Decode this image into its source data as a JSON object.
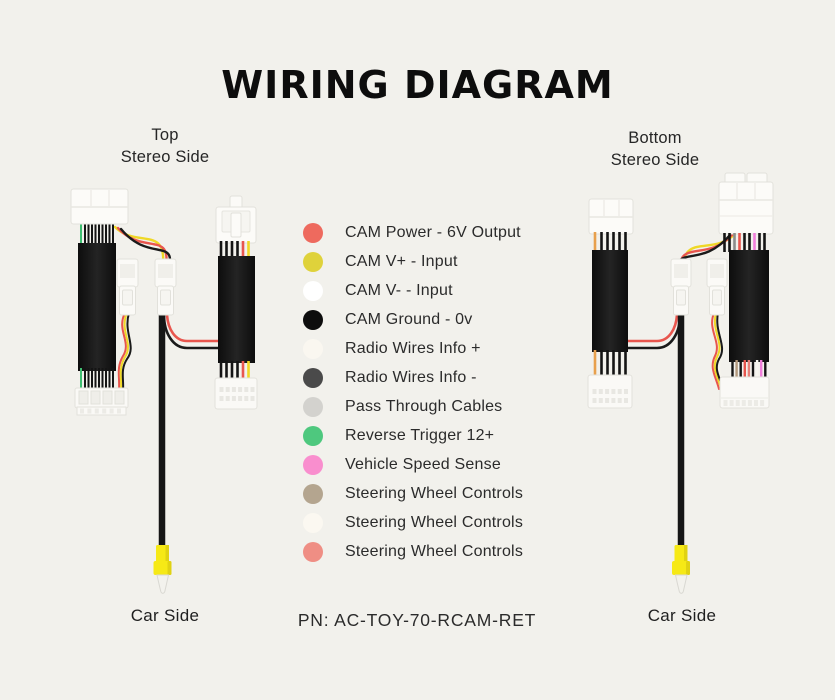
{
  "page": {
    "background": "#F2F1EC"
  },
  "header": {
    "title": "WIRING DIAGRAM"
  },
  "diagrams": {
    "left": {
      "stereo_label_line1": "Top",
      "stereo_label_line2": "Stereo Side",
      "car_label": "Car Side"
    },
    "right": {
      "stereo_label_line1": "Bottom",
      "stereo_label_line2": "Stereo Side",
      "car_label": "Car Side"
    }
  },
  "legend": {
    "items": [
      {
        "label": "CAM Power - 6V Output",
        "color": "#EE6A5E"
      },
      {
        "label": "CAM V+ - Input",
        "color": "#DFD23B"
      },
      {
        "label": "CAM V- - Input",
        "color": "#FFFFFF"
      },
      {
        "label": "CAM Ground - 0v",
        "color": "#0D0D0D"
      },
      {
        "label": "Radio Wires Info +",
        "color": "#FAF7F0"
      },
      {
        "label": "Radio Wires Info -",
        "color": "#4A4A4A"
      },
      {
        "label": "Pass Through Cables",
        "color": "#D3D2CE"
      },
      {
        "label": "Reverse Trigger 12+",
        "color": "#4EC87E"
      },
      {
        "label": "Vehicle Speed Sense",
        "color": "#F98ECE"
      },
      {
        "label": "Steering Wheel Controls",
        "color": "#B4A58F"
      },
      {
        "label": "Steering Wheel Controls",
        "color": "#FBF8F1"
      },
      {
        "label": "Steering Wheel Controls",
        "color": "#EF8E84"
      }
    ]
  },
  "footer": {
    "part_number": "PN: AC-TOY-70-RCAM-RET"
  }
}
